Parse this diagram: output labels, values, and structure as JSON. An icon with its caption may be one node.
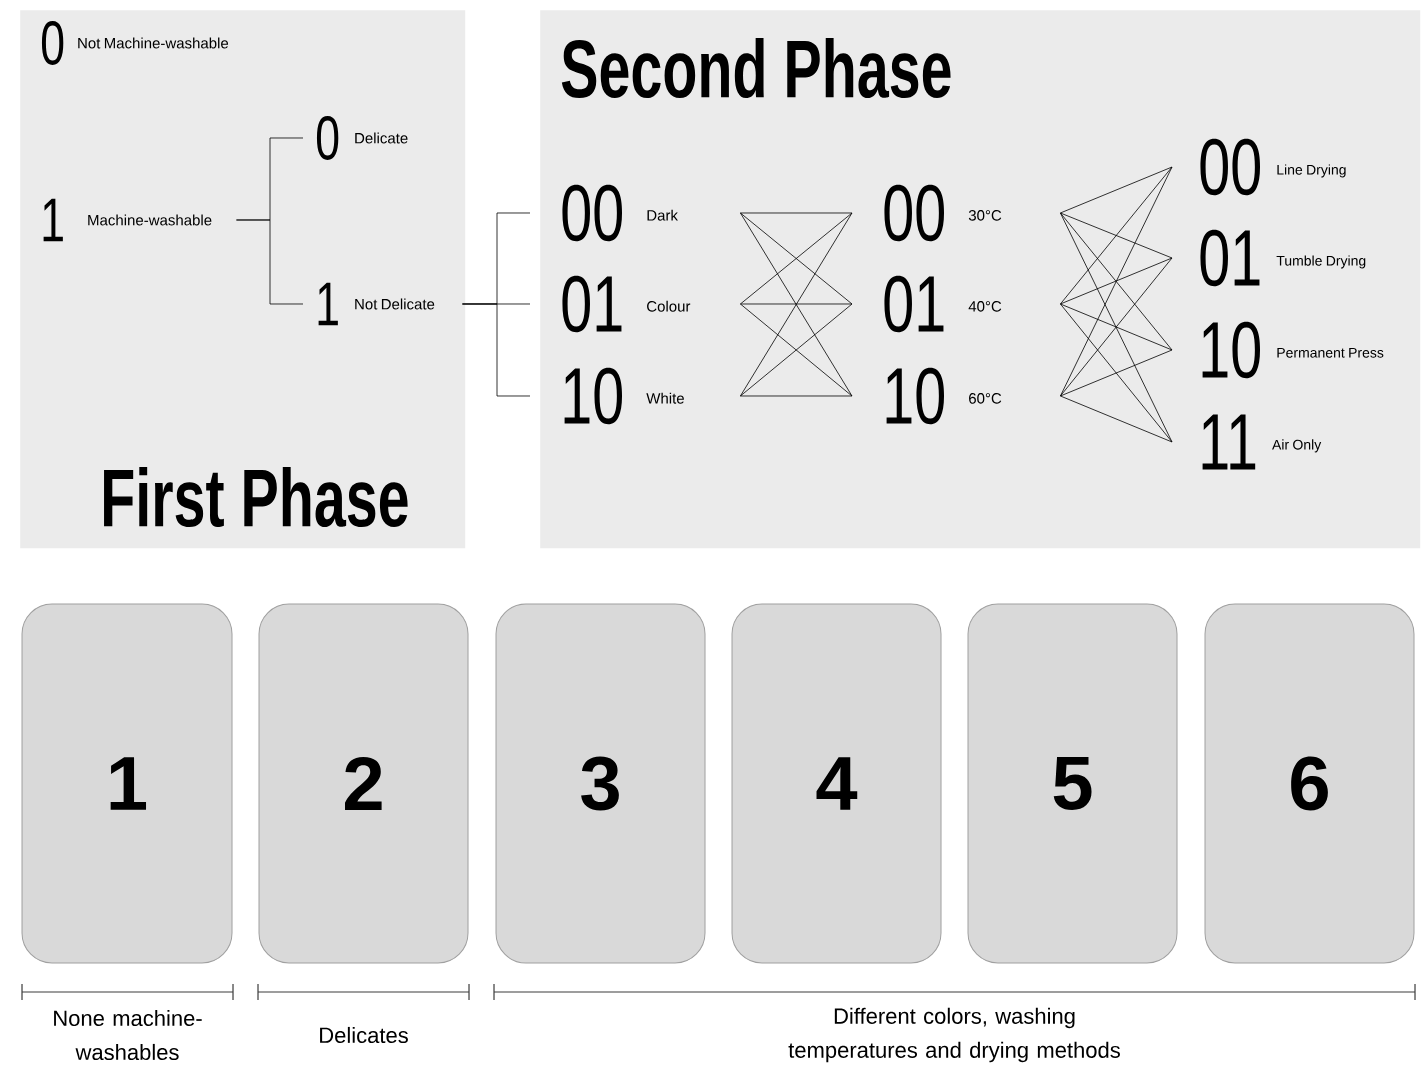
{
  "diagram": {
    "nodes": [
      {
        "text": [
          "First Phase"
        ]
      },
      {
        "text": [
          "Second Phase"
        ]
      },
      {
        "text": [
          "0",
          "Not Machine-washable"
        ],
        "in": 0
      },
      {
        "text": [
          "1",
          "Machine-washable"
        ],
        "in": 0
      },
      {
        "text": [
          "0",
          "Delicate"
        ],
        "in": 0
      },
      {
        "text": [
          "1",
          "Not Delicate"
        ],
        "in": 0
      },
      {
        "text": [
          "00",
          "Dark"
        ],
        "in": 1
      },
      {
        "text": [
          "01",
          "Colour"
        ],
        "in": 1
      },
      {
        "text": [
          "10",
          "White"
        ],
        "in": 1
      },
      {
        "text": [
          "00",
          "30°C"
        ],
        "in": 1
      },
      {
        "text": [
          "01",
          "40°C"
        ],
        "in": 1
      },
      {
        "text": [
          "10",
          "60°C"
        ],
        "in": 1
      },
      {
        "text": [
          "00",
          "Line Drying"
        ],
        "in": 1
      },
      {
        "text": [
          "01",
          "Tumble Drying"
        ],
        "in": 1
      },
      {
        "text": [
          "10",
          "Permanent Press"
        ],
        "in": 1
      },
      {
        "text": [
          "11",
          "Air Only"
        ],
        "in": 1
      },
      {
        "text": [
          "1"
        ]
      },
      {
        "text": [
          "2"
        ]
      },
      {
        "text": [
          "3"
        ]
      },
      {
        "text": [
          "4"
        ]
      },
      {
        "text": [
          "5"
        ]
      },
      {
        "text": [
          "6"
        ]
      }
    ],
    "edges": [
      {
        "from": 3,
        "to": 4,
        "arrow": "none"
      },
      {
        "from": 3,
        "to": 5,
        "arrow": "none"
      },
      {
        "from": 5,
        "to": 6,
        "arrow": "none"
      },
      {
        "from": 5,
        "to": 7,
        "arrow": "none"
      },
      {
        "from": 5,
        "to": 8,
        "arrow": "none"
      },
      {
        "from": 6,
        "to": 9,
        "arrow": "none"
      },
      {
        "from": 6,
        "to": 10,
        "arrow": "none"
      },
      {
        "from": 6,
        "to": 11,
        "arrow": "none"
      },
      {
        "from": 7,
        "to": 9,
        "arrow": "none"
      },
      {
        "from": 7,
        "to": 10,
        "arrow": "none"
      },
      {
        "from": 7,
        "to": 11,
        "arrow": "none"
      },
      {
        "from": 8,
        "to": 9,
        "arrow": "none"
      },
      {
        "from": 8,
        "to": 10,
        "arrow": "none"
      },
      {
        "from": 8,
        "to": 11,
        "arrow": "none"
      },
      {
        "from": 9,
        "to": 12,
        "arrow": "none"
      },
      {
        "from": 9,
        "to": 13,
        "arrow": "none"
      },
      {
        "from": 9,
        "to": 14,
        "arrow": "none"
      },
      {
        "from": 9,
        "to": 15,
        "arrow": "none"
      },
      {
        "from": 10,
        "to": 12,
        "arrow": "none"
      },
      {
        "from": 10,
        "to": 13,
        "arrow": "none"
      },
      {
        "from": 10,
        "to": 14,
        "arrow": "none"
      },
      {
        "from": 10,
        "to": 15,
        "arrow": "none"
      },
      {
        "from": 11,
        "to": 12,
        "arrow": "none"
      },
      {
        "from": 11,
        "to": 13,
        "arrow": "none"
      },
      {
        "from": 11,
        "to": 14,
        "arrow": "none"
      },
      {
        "from": 11,
        "to": 15,
        "arrow": "none"
      }
    ],
    "labels": [
      "None machine-washables",
      "Delicates",
      "Different colors, washing temperatures and drying methods"
    ]
  }
}
